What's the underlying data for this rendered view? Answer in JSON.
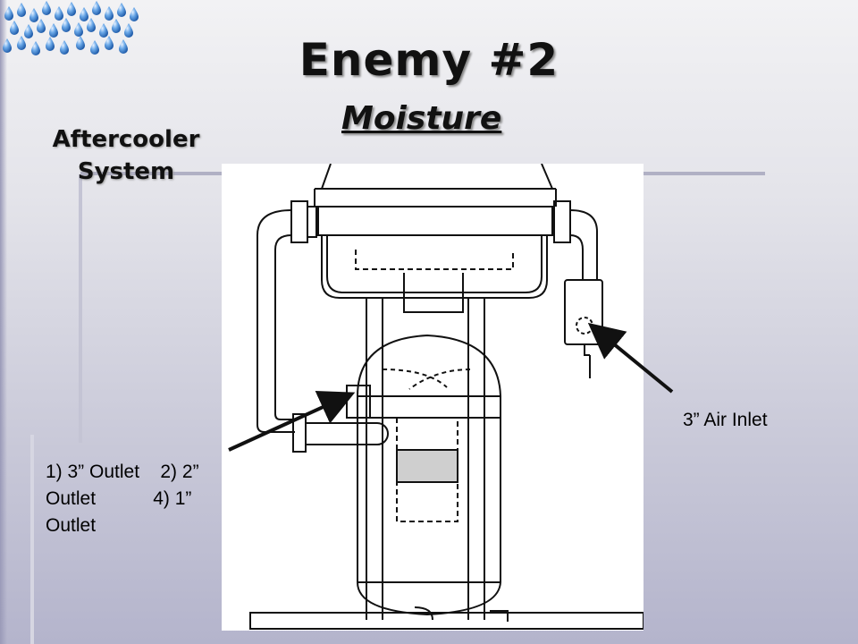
{
  "slide": {
    "title": "Enemy #2",
    "subtitle": "Moisture",
    "side_title_line1": "Aftercooler",
    "side_title_line2": "System"
  },
  "labels": {
    "air_inlet": "3” Air Inlet",
    "outlets_line1": "1) 3” Outlet    2) 2”",
    "outlets_line2": "Outlet           4) 1”",
    "outlets_line3": "Outlet"
  },
  "colors": {
    "background_top": "#f2f2f4",
    "background_bottom": "#b4b4cc",
    "droplet": "#3a78c8",
    "text": "#111111"
  }
}
